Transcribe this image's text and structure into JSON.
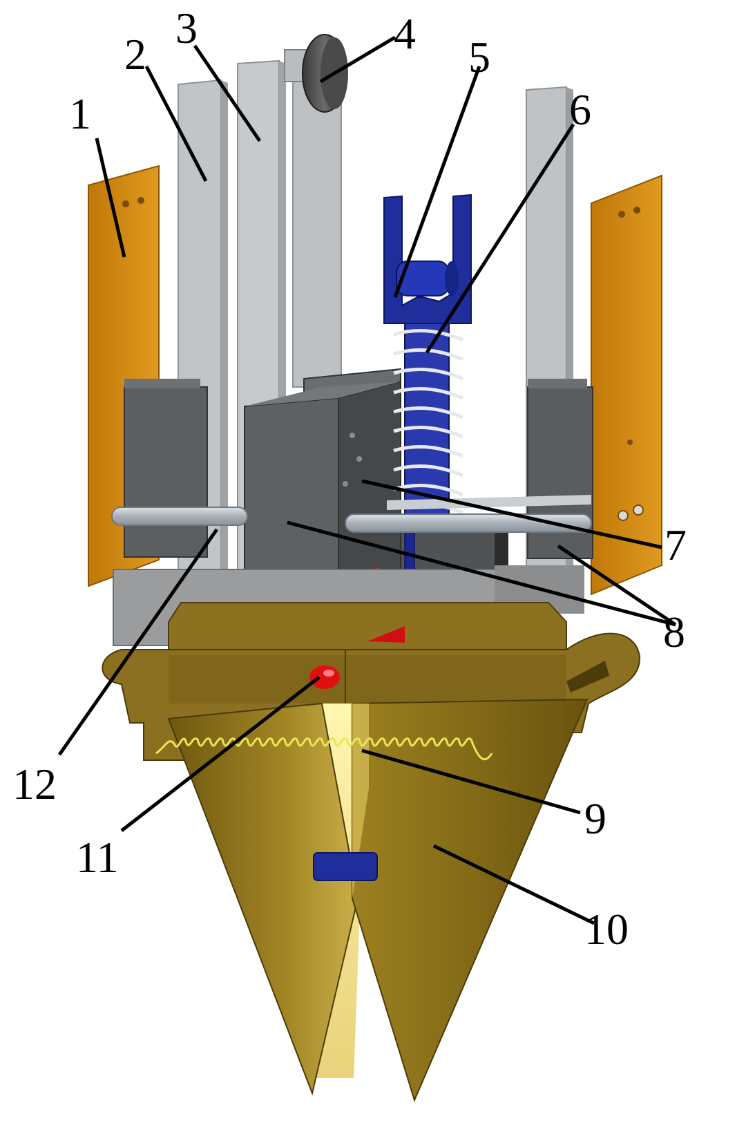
{
  "labels": {
    "l1": "1",
    "l2": "2",
    "l3": "3",
    "l4": "4",
    "l5": "5",
    "l6": "6",
    "l7": "7",
    "l8": "8",
    "l9": "9",
    "l10": "10",
    "l11": "11",
    "l12": "12"
  },
  "colors": {
    "orange_plate": "#D48A12",
    "light_gray_bar": "#BFC3C6",
    "dark_gray_block": "#5E6163",
    "blue_part": "#1F2E9A",
    "bronze_body": "#8A7020",
    "bronze_cone": "#B09028",
    "red_marker": "#E01010",
    "yellow_spring": "#E8E040"
  }
}
